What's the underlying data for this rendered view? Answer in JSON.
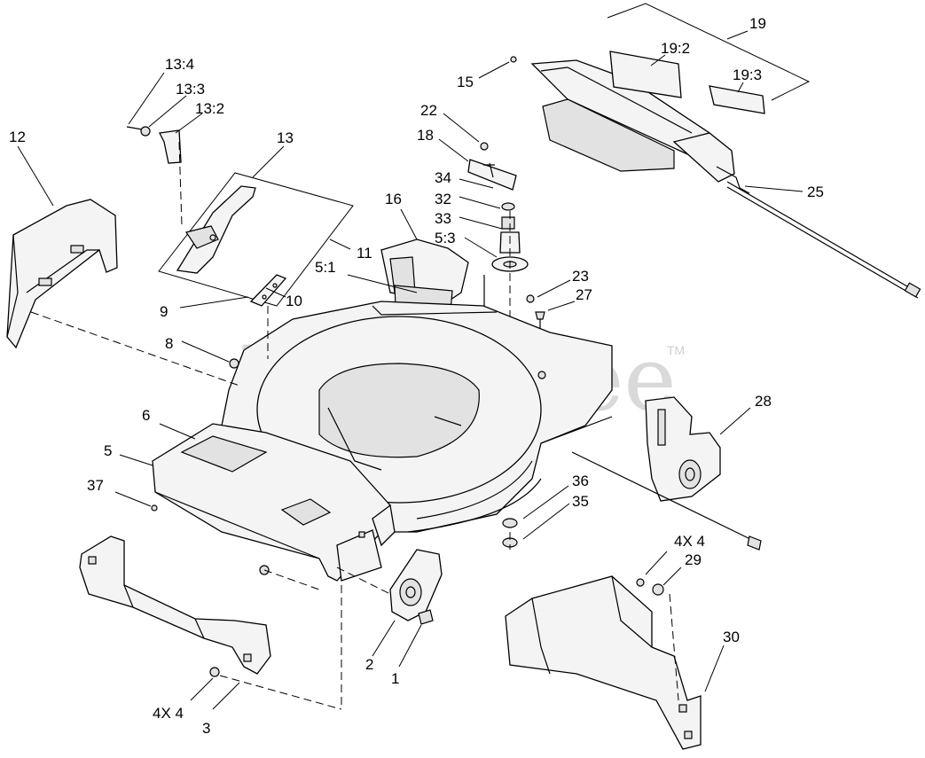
{
  "watermark": {
    "text": "PartsTree",
    "trademark": "TM"
  },
  "callouts": {
    "c1": "1",
    "c2": "2",
    "c3": "3",
    "c4x4_left": "4X 4",
    "c5": "5",
    "c5_1": "5:1",
    "c5_3": "5:3",
    "c6": "6",
    "c8": "8",
    "c9": "9",
    "c10": "10",
    "c11": "11",
    "c12": "12",
    "c13": "13",
    "c13_2": "13:2",
    "c13_3": "13:3",
    "c13_4": "13:4",
    "c15": "15",
    "c16": "16",
    "c18": "18",
    "c19": "19",
    "c19_2": "19:2",
    "c19_3": "19:3",
    "c22": "22",
    "c23": "23",
    "c25": "25",
    "c27": "27",
    "c28": "28",
    "c29": "29",
    "c4x4_right": "4X 4",
    "c30": "30",
    "c32": "32",
    "c33": "33",
    "c34": "34",
    "c35": "35",
    "c36": "36",
    "c37": "37"
  }
}
